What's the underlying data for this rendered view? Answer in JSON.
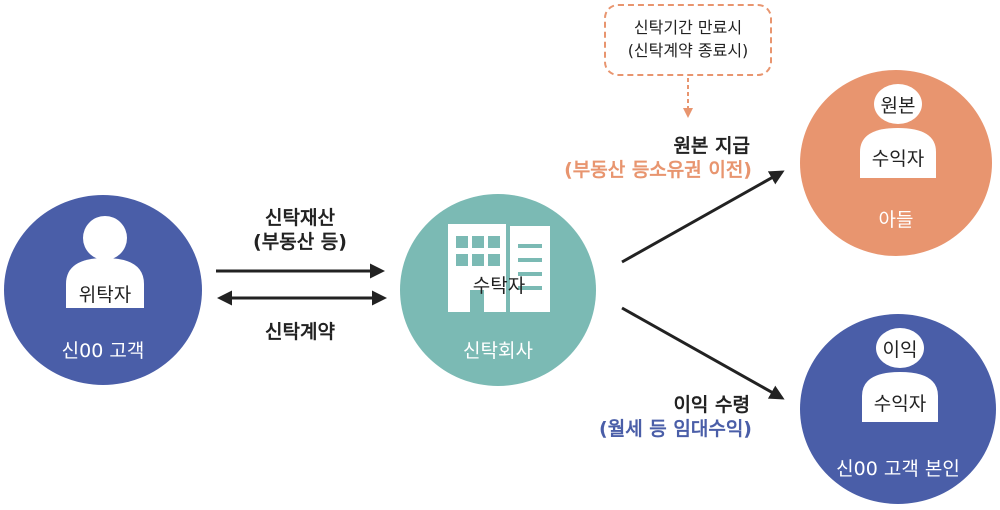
{
  "trustor": {
    "icon_label": "위탁자",
    "name": "신00 고객",
    "color": "#4a5ea8"
  },
  "trustee": {
    "icon_label": "수탁자",
    "name": "신탁회사",
    "color": "#7bbab4"
  },
  "beneficiary_principal": {
    "badge": "원본",
    "icon_label": "수익자",
    "name": "아들",
    "color": "#e8956f"
  },
  "beneficiary_income": {
    "badge": "이익",
    "icon_label": "수익자",
    "name": "신00 고객 본인",
    "color": "#4a5ea8"
  },
  "arrows": {
    "transfer_title": "신탁재산",
    "transfer_sub": "(부동산 등)",
    "contract": "신탁계약",
    "principal_title": "원본 지급",
    "principal_sub": "(부동산 등소유권 이전)",
    "income_title": "이익 수령",
    "income_sub": "(월세 등 임대수익)"
  },
  "note": {
    "line1": "신탁기간 만료시",
    "line2": "(신탁계약 종료시)"
  },
  "colors": {
    "orange_text": "#e8956f",
    "blue_text": "#4a5ea8",
    "arrow": "#222222",
    "note_border": "#e8956f"
  }
}
